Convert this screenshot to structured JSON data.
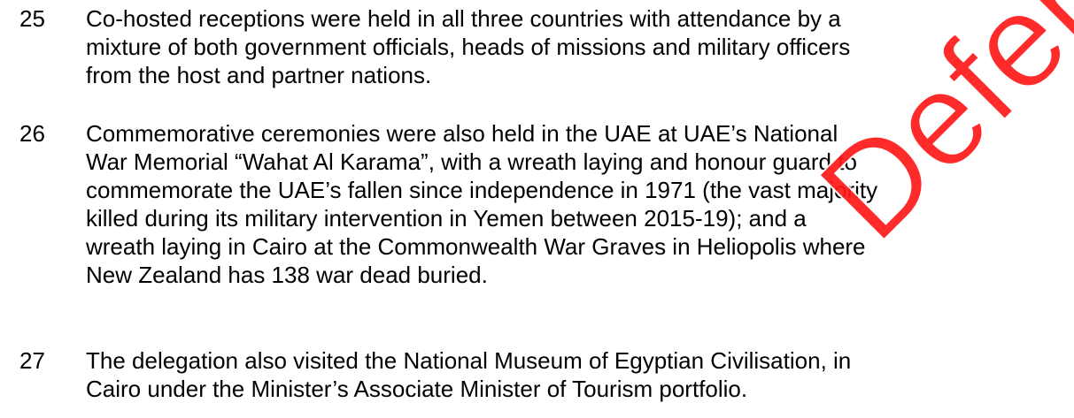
{
  "paragraphs": [
    {
      "number": "25",
      "lines": [
        "Co-hosted receptions were held in all three countries with attendance by a",
        "mixture of both government officials, heads of missions and military officers",
        "from the host and partner nations."
      ]
    },
    {
      "number": "26",
      "lines": [
        "Commemorative ceremonies were also held in the UAE at UAE’s National",
        "War Memorial “Wahat Al Karama”, with a wreath laying and honour guard to",
        "commemorate the UAE’s fallen since independence in 1971 (the vast majority",
        "killed during its military intervention in Yemen between 2015-19); and a",
        "wreath laying in Cairo at the Commonwealth War Graves in Heliopolis where",
        "New Zealand has 138 war dead buried."
      ]
    },
    {
      "number": "27",
      "lines": [
        "The delegation also visited the National Museum of Egyptian Civilisation, in",
        "Cairo under the Minister’s Associate Minister of Tourism portfolio."
      ]
    }
  ],
  "watermark": {
    "text": "Defence",
    "color": "#ff1a1a"
  }
}
